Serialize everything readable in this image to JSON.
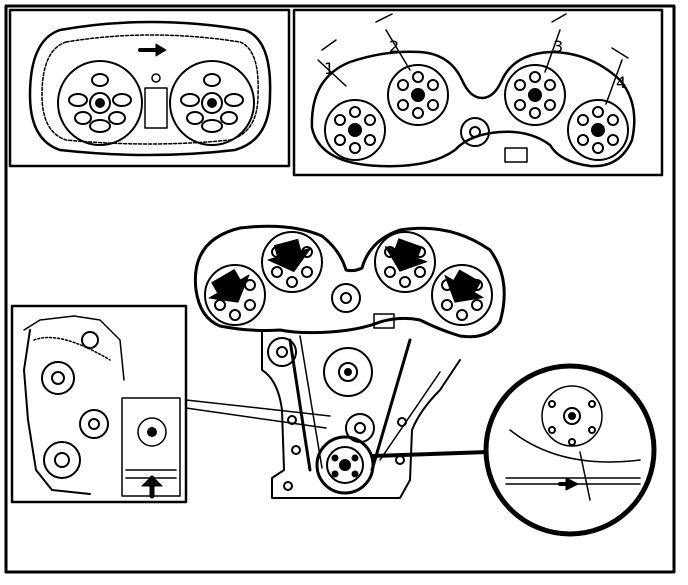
{
  "diagram": {
    "markers": {
      "m1": "1",
      "m2": "2",
      "m3": "3",
      "m4": "4"
    },
    "colors": {
      "ink": "#000000",
      "paper": "#ffffff"
    }
  }
}
